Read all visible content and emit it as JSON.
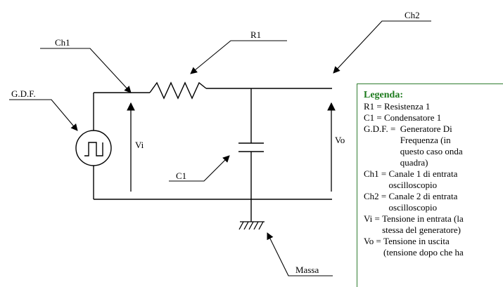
{
  "labels": {
    "ch2": "Ch2",
    "r1": "R1",
    "ch1": "Ch1",
    "gdf": "G.D.F.",
    "vi": "Vi",
    "vo": "Vo",
    "c1": "C1",
    "massa": "Massa"
  },
  "legend": {
    "title": "Legenda:",
    "entries": [
      {
        "key": "R1 = ",
        "desc": "Resistenza 1"
      },
      {
        "key": "C1 = ",
        "desc": "Condensatore 1"
      },
      {
        "key": "G.D.F. =  ",
        "desc": "Generatore Di\nFrequenza (in\nquesto caso onda\nquadra)"
      },
      {
        "key": "Ch1 = ",
        "desc": "Canale 1 di entrata\noscilloscopio"
      },
      {
        "key": "Ch2 = ",
        "desc": "Canale 2 di entrata\noscilloscopio"
      },
      {
        "key": "Vi = ",
        "desc": "Tensione in entrata (la\nstessa del generatore)"
      },
      {
        "key": "Vo = ",
        "desc": "Tensione in uscita\n(tensione dopo che ha"
      }
    ]
  },
  "colors": {
    "legend_title": "#1c7a1c",
    "legend_border": "#2f7d2f"
  }
}
